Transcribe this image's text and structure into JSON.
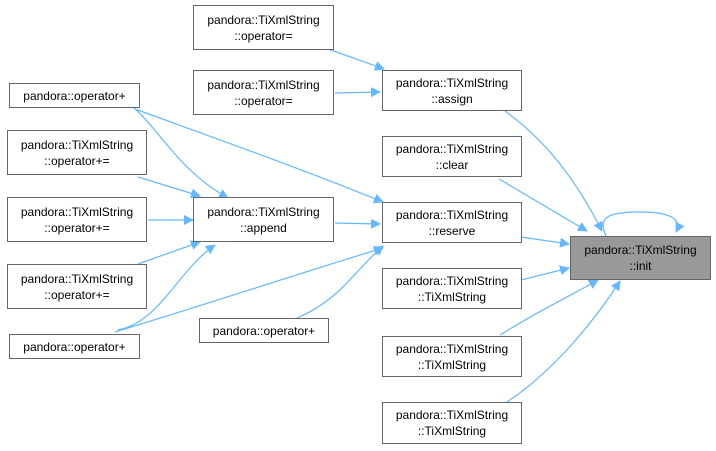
{
  "colors": {
    "edge": "#63b8ff",
    "node_border": "#666666",
    "target_fill": "#999999"
  },
  "nodes": {
    "op_eq_1": {
      "line1": "pandora::TiXmlString",
      "line2": "::operator="
    },
    "op_eq_2": {
      "line1": "pandora::TiXmlString",
      "line2": "::operator="
    },
    "assign": {
      "line1": "pandora::TiXmlString",
      "line2": "::assign"
    },
    "op_plus_1": {
      "line1": "pandora::operator+"
    },
    "op_pe_1": {
      "line1": "pandora::TiXmlString",
      "line2": "::operator+="
    },
    "clear": {
      "line1": "pandora::TiXmlString",
      "line2": "::clear"
    },
    "op_pe_2": {
      "line1": "pandora::TiXmlString",
      "line2": "::operator+="
    },
    "append": {
      "line1": "pandora::TiXmlString",
      "line2": "::append"
    },
    "reserve": {
      "line1": "pandora::TiXmlString",
      "line2": "::reserve"
    },
    "init": {
      "line1": "pandora::TiXmlString",
      "line2": "::init"
    },
    "op_pe_3": {
      "line1": "pandora::TiXmlString",
      "line2": "::operator+="
    },
    "ctor_1": {
      "line1": "pandora::TiXmlString",
      "line2": "::TiXmlString"
    },
    "op_plus_3": {
      "line1": "pandora::operator+"
    },
    "op_plus_2": {
      "line1": "pandora::operator+"
    },
    "ctor_2": {
      "line1": "pandora::TiXmlString",
      "line2": "::TiXmlString"
    },
    "ctor_3": {
      "line1": "pandora::TiXmlString",
      "line2": "::TiXmlString"
    }
  }
}
